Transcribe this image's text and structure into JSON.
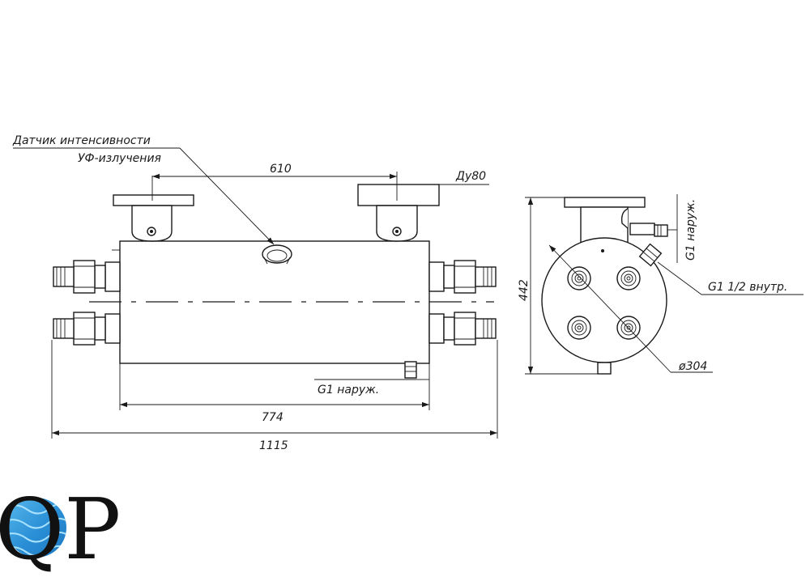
{
  "labels": {
    "sensor_line1": "Датчик интенсивности",
    "sensor_line2": "УФ-излучения",
    "dim_610": "610",
    "flange": "Ду80",
    "g1_outer_bottom": "G1 наруж.",
    "dim_774": "774",
    "dim_1115": "1115",
    "height_442": "442",
    "g1_outer_side": "G1 наруж.",
    "g1_half_inner": "G1 1/2 внутр.",
    "diameter": "ø304"
  },
  "logo": {
    "text": "QP",
    "water_color": "#2a8fd6",
    "ink_color": "#111111"
  }
}
